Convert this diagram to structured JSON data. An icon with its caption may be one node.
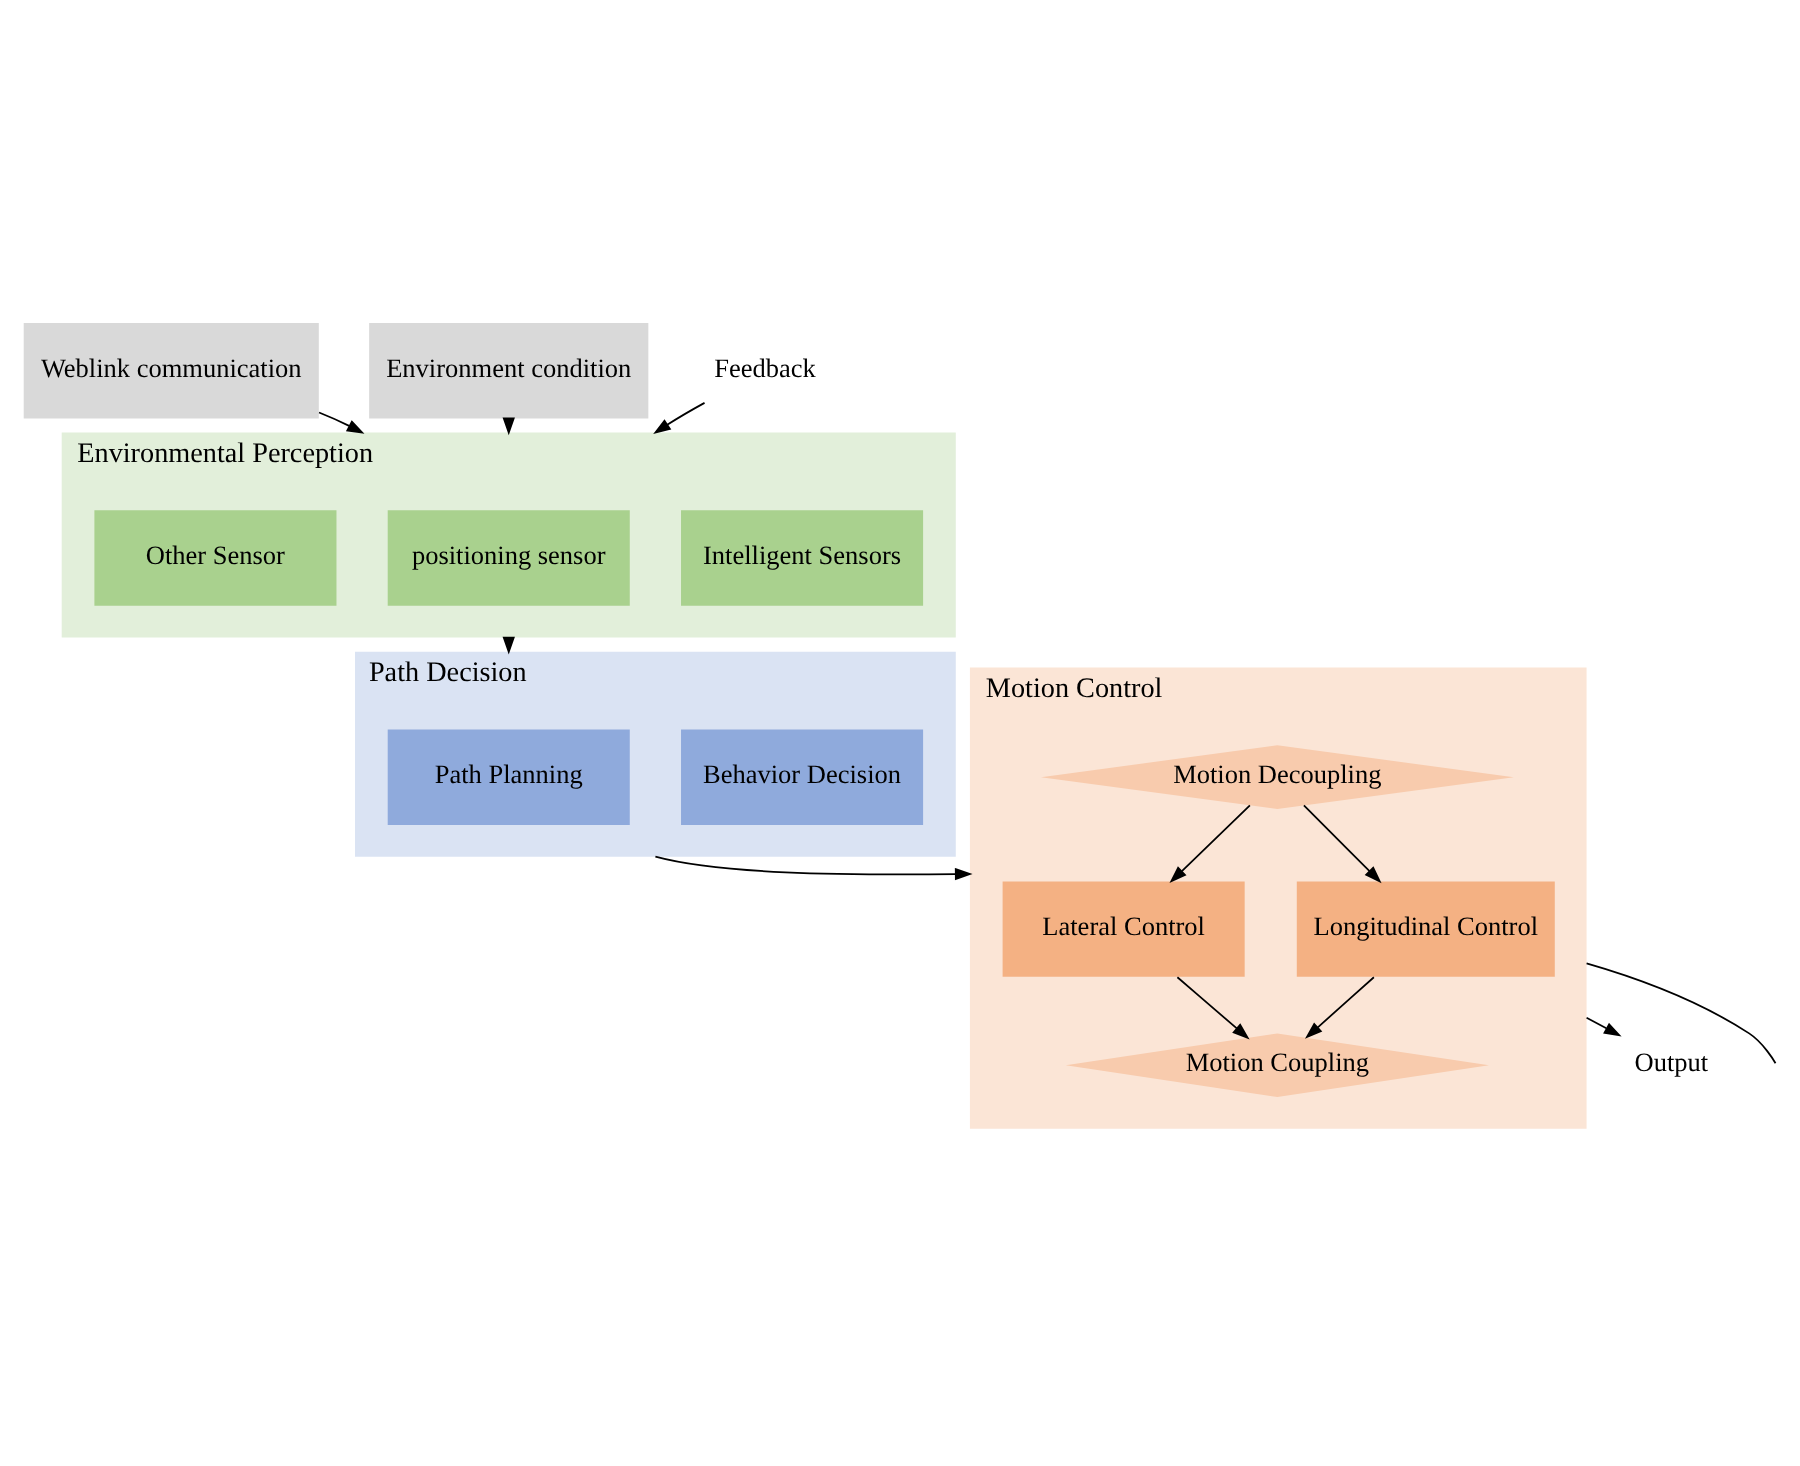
{
  "diagram": {
    "nodes": [
      {
        "text": [
          "Weblink communication"
        ]
      },
      {
        "text": [
          "Environment condition"
        ]
      },
      {
        "text": [
          "Environmental Perception"
        ]
      },
      {
        "text": [
          "Intelligent Sensors"
        ],
        "in": 2
      },
      {
        "text": [
          "positioning sensor"
        ],
        "in": 2
      },
      {
        "text": [
          "Other Sensor"
        ],
        "in": 2
      },
      {
        "text": [
          "Feedback"
        ]
      },
      {
        "text": [
          "Path Decision"
        ]
      },
      {
        "text": [
          "Behavior Decision"
        ],
        "in": 7
      },
      {
        "text": [
          "Path Planning"
        ],
        "in": 7
      },
      {
        "text": [
          "Motion Control"
        ]
      },
      {
        "text": [
          "Motion Decoupling"
        ],
        "in": 10
      },
      {
        "text": [
          "Lateral Control"
        ],
        "in": 10
      },
      {
        "text": [
          "Longitudinal Control"
        ],
        "in": 10
      },
      {
        "text": [
          "Motion Coupling"
        ],
        "in": 10
      },
      {
        "text": [
          "Output"
        ]
      }
    ],
    "edges": [
      {
        "from": 0,
        "to": 2,
        "arrow": "to"
      },
      {
        "from": 1,
        "to": 2,
        "arrow": "to"
      },
      {
        "from": 6,
        "to": 2,
        "arrow": "to"
      },
      {
        "from": 2,
        "to": 7,
        "arrow": "to"
      },
      {
        "from": 7,
        "to": 10,
        "arrow": "to"
      },
      {
        "from": 11,
        "to": 12,
        "arrow": "to"
      },
      {
        "from": 11,
        "to": 13,
        "arrow": "to"
      },
      {
        "from": 12,
        "to": 14,
        "arrow": "to"
      },
      {
        "from": 13,
        "to": 14,
        "arrow": "to"
      },
      {
        "from": 10,
        "to": 15,
        "arrow": "to"
      },
      {
        "from": 10,
        "to": null,
        "arrow": "none"
      }
    ]
  }
}
